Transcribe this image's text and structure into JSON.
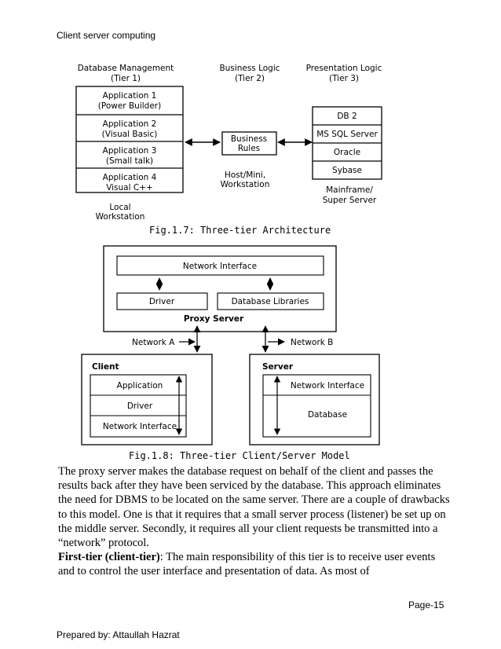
{
  "header": {
    "title": "Client server computing"
  },
  "fig17": {
    "tier1_heading": [
      "Database Management",
      "(Tier 1)"
    ],
    "tier2_heading": [
      "Business Logic",
      "(Tier 2)"
    ],
    "tier3_heading": [
      "Presentation Logic",
      "(Tier 3)"
    ],
    "applications": [
      [
        "Application 1",
        "(Power Builder)"
      ],
      [
        "Application 2",
        "(Visual Basic)"
      ],
      [
        "Application 3",
        "(Small talk)"
      ],
      [
        "Application 4",
        "Visual C++"
      ]
    ],
    "local_label": [
      "Local",
      "Workstation"
    ],
    "business_rules": [
      "Business",
      "Rules"
    ],
    "host_label": [
      "Host/Mini,",
      "Workstation"
    ],
    "databases": [
      "DB 2",
      "MS SQL Server",
      "Oracle",
      "Sybase"
    ],
    "mainframe_label": [
      "Mainframe/",
      "Super Server"
    ],
    "caption": "Fig.1.7: Three-tier Architecture"
  },
  "fig18": {
    "network_interface": "Network Interface",
    "driver": "Driver",
    "database_libraries": "Database Libraries",
    "proxy_server": "Proxy Server",
    "network_a": "Network A",
    "network_b": "Network B",
    "client_title": "Client",
    "client_layers": [
      "Application",
      "Driver",
      "Network Interface"
    ],
    "server_title": "Server",
    "server_layers": [
      "Network Interface",
      "Database"
    ],
    "caption": "Fig.1.8: Three-tier Client/Server Model"
  },
  "body": {
    "para1": "The proxy server makes the database request on behalf of the client and passes the results back after they have been serviced by the database. This approach eliminates the need for DBMS to be located on the same server. There are a couple of drawbacks to this model. One is that it requires that a small server process (listener) be set up on the middle server. Secondly, it requires all your client requests be transmitted into a “network” protocol.",
    "para2_bold": "First-tier (client-tier)",
    "para2_rest": ": The main responsibility of this tier is to receive user events and to control the user interface and presentation of data. As most of"
  },
  "footer": {
    "page": "Page-15",
    "prepared_by": "Prepared by: Attaullah Hazrat"
  }
}
